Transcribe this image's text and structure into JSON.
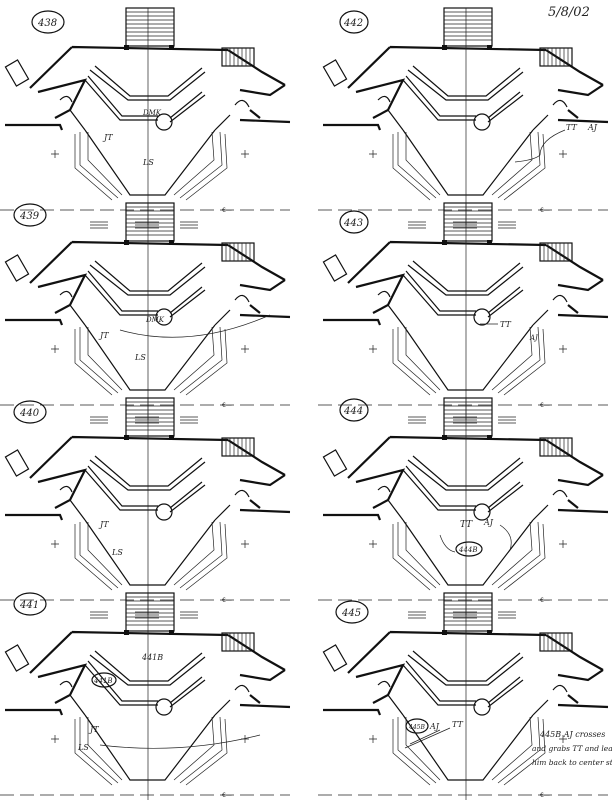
{
  "date": "5/8/02",
  "panels": [
    {
      "cue": "438",
      "notes": [
        "DMK",
        "JT",
        "LS"
      ]
    },
    {
      "cue": "439",
      "notes": [
        "DMK",
        "JT",
        "LS"
      ]
    },
    {
      "cue": "440",
      "notes": [
        "JT",
        "LS"
      ]
    },
    {
      "cue": "441",
      "notes": [
        "441B",
        "441B",
        "JT",
        "LS"
      ]
    },
    {
      "cue": "442",
      "notes": [
        "TT",
        "AJ"
      ]
    },
    {
      "cue": "443",
      "notes": [
        "TT",
        "AJ"
      ]
    },
    {
      "cue": "444",
      "notes": [
        "TT",
        "AJ",
        "444B"
      ]
    },
    {
      "cue": "445",
      "notes": [
        "445B",
        "AJ",
        "TT"
      ]
    }
  ],
  "note_445": {
    "line1": "445B AJ crosses",
    "line2": "and grabs TT and leads",
    "line3": "him back to center stage"
  }
}
